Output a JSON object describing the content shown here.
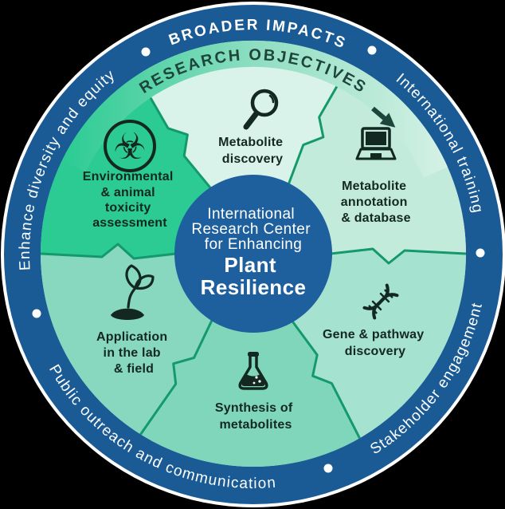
{
  "diagram": {
    "outer_ring": {
      "top": "BROADER IMPACTS",
      "left": "Enhance diversity and equity",
      "right_top": "International training",
      "right_bottom": "Stakeholder engagement",
      "bottom": "Public outreach and communication"
    },
    "objectives_band": {
      "label": "RESEARCH OBJECTIVES",
      "arrow_icon": "arrow-down-right-icon"
    },
    "center": {
      "subtitle_lines": [
        "International",
        "Research Center",
        "for Enhancing"
      ],
      "title_lines": [
        "Plant",
        "Resilience"
      ]
    },
    "wedges": [
      {
        "id": "metabolite-discovery",
        "icon": "magnifier-icon",
        "color": "#daf3ea",
        "lines": [
          "Metabolite",
          "discovery"
        ]
      },
      {
        "id": "metabolite-annotation-database",
        "icon": "laptop-icon",
        "color": "#c3ebdc",
        "lines": [
          "Metabolite",
          "annotation",
          "& database"
        ]
      },
      {
        "id": "gene-pathway-discovery",
        "icon": "dna-icon",
        "color": "#a6e2d0",
        "lines": [
          "Gene & pathway",
          "discovery"
        ]
      },
      {
        "id": "synthesis-of-metabolites",
        "icon": "flask-icon",
        "color": "#7fd6ba",
        "lines": [
          "Synthesis of",
          "metabolites"
        ]
      },
      {
        "id": "application-lab-field",
        "icon": "seedling-icon",
        "color": "#88d8bf",
        "lines": [
          "Application",
          "in the lab",
          "& field"
        ]
      },
      {
        "id": "environmental-animal-toxicity",
        "icon": "biohazard-icon",
        "color": "#2bcb93",
        "lines": [
          "Environmental",
          "& animal",
          "toxicity",
          "assessment"
        ]
      }
    ],
    "glyphs": {
      "biohazard": "☣"
    },
    "colors": {
      "background": "#000000",
      "outer_edge": "#ffffff",
      "ring_blue": "#1a5b96",
      "center_blue": "#1e5f9e",
      "disc_base": "#bfe8d6",
      "band_start": "#2bcb93",
      "band_mid": "#8fdec2",
      "band_end": "#d5f1e5",
      "wedge_border": "#14996c",
      "band_text": "#1d453c",
      "label_text": "#132820"
    }
  }
}
